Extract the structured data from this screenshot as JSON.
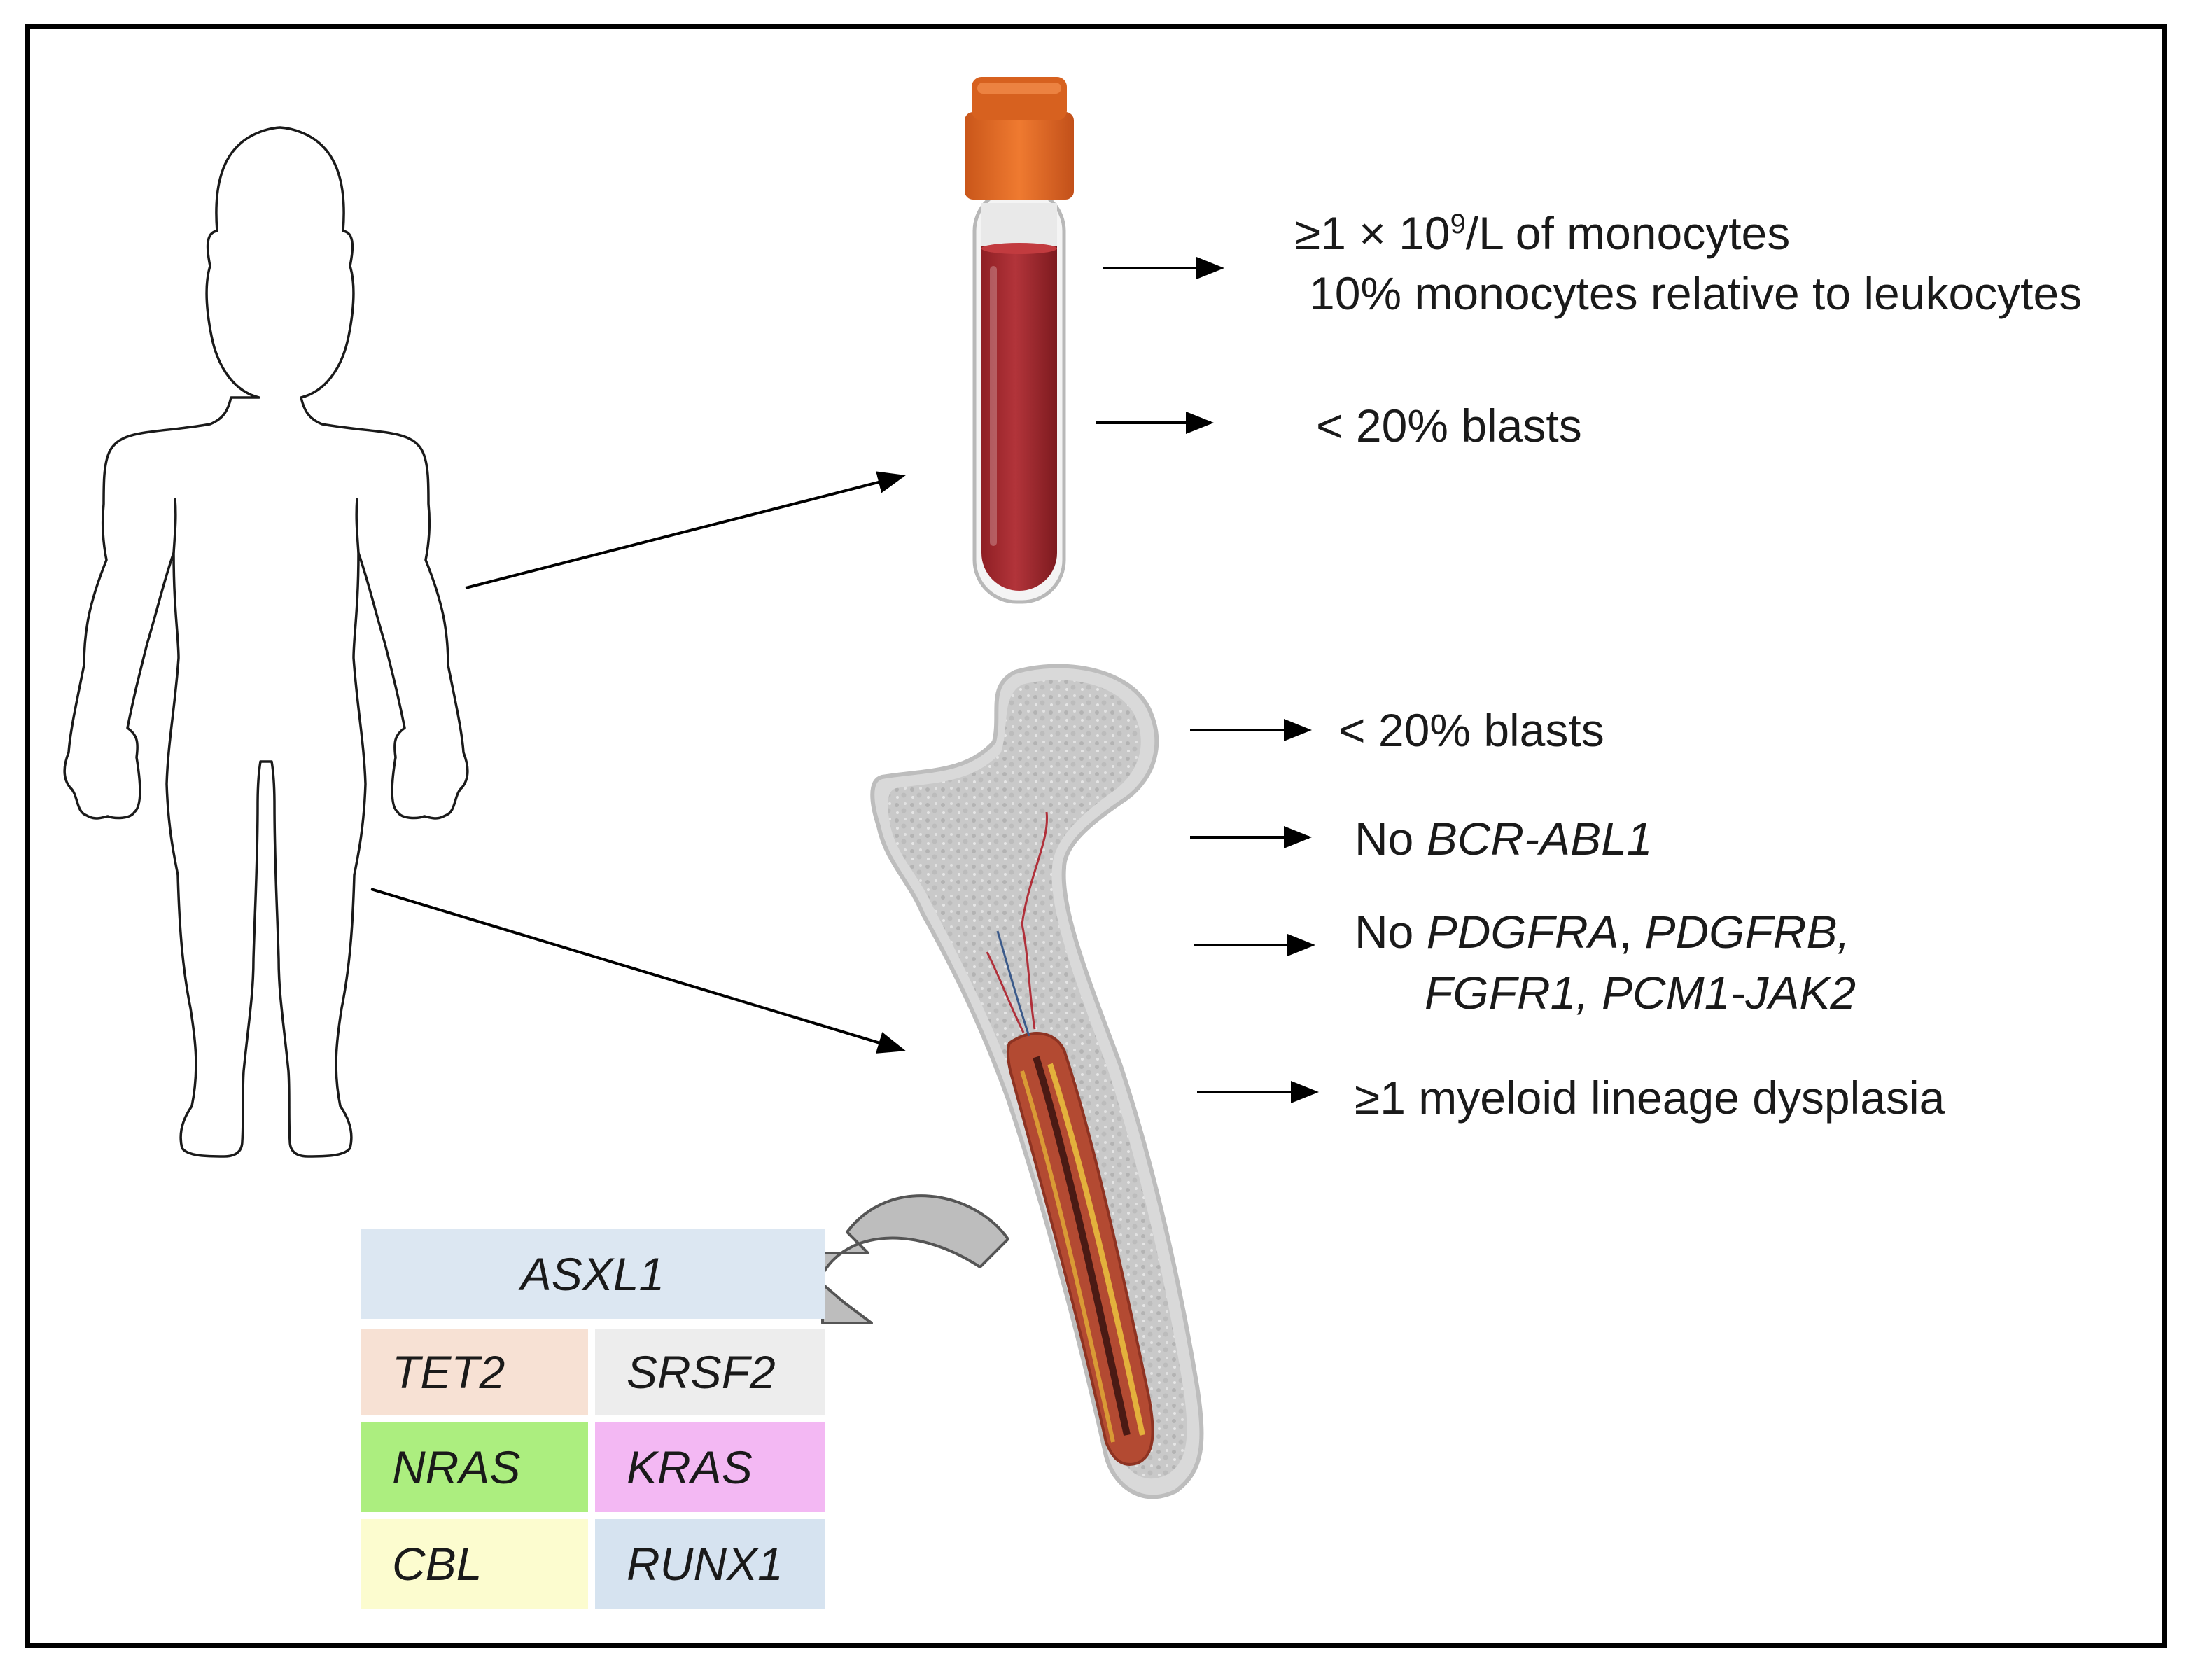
{
  "labels": {
    "monocytes_abs_prefix": "≥1 × 10",
    "monocytes_abs_exp": "9",
    "monocytes_abs_suffix": "/L of monocytes",
    "monocytes_rel": "10% monocytes relative to leukocytes",
    "blood_blasts": "< 20% blasts",
    "marrow_blasts": "< 20% blasts",
    "no_word": "No",
    "bcr_abl": "BCR-ABL1",
    "pdgfra": "PDGFRA",
    "pdgfrb": "PDGFRB,",
    "fgfr1": "FGFR1,",
    "pcm1_jak2": "PCM1-JAK2",
    "dysplasia": "≥1 myeloid lineage dysplasia"
  },
  "genes": {
    "header": {
      "name": "ASXL1",
      "color": "#dce7f2"
    },
    "grid": [
      {
        "name": "TET2",
        "color": "#f7e1d4"
      },
      {
        "name": "SRSF2",
        "color": "#ededed"
      },
      {
        "name": "NRAS",
        "color": "#acee7f"
      },
      {
        "name": "KRAS",
        "color": "#f3b8f3"
      },
      {
        "name": "CBL",
        "color": "#fcfccf"
      },
      {
        "name": "RUNX1",
        "color": "#d6e3f0"
      }
    ]
  },
  "colors": {
    "tube_cap": "#e06a22",
    "blood": "#a3262c",
    "bone": "#d4d4d4",
    "marrow": "#b4452f"
  },
  "icons": [
    "human-body-outline-icon",
    "blood-tube-icon",
    "femur-bone-icon",
    "curved-arrow-icon"
  ]
}
